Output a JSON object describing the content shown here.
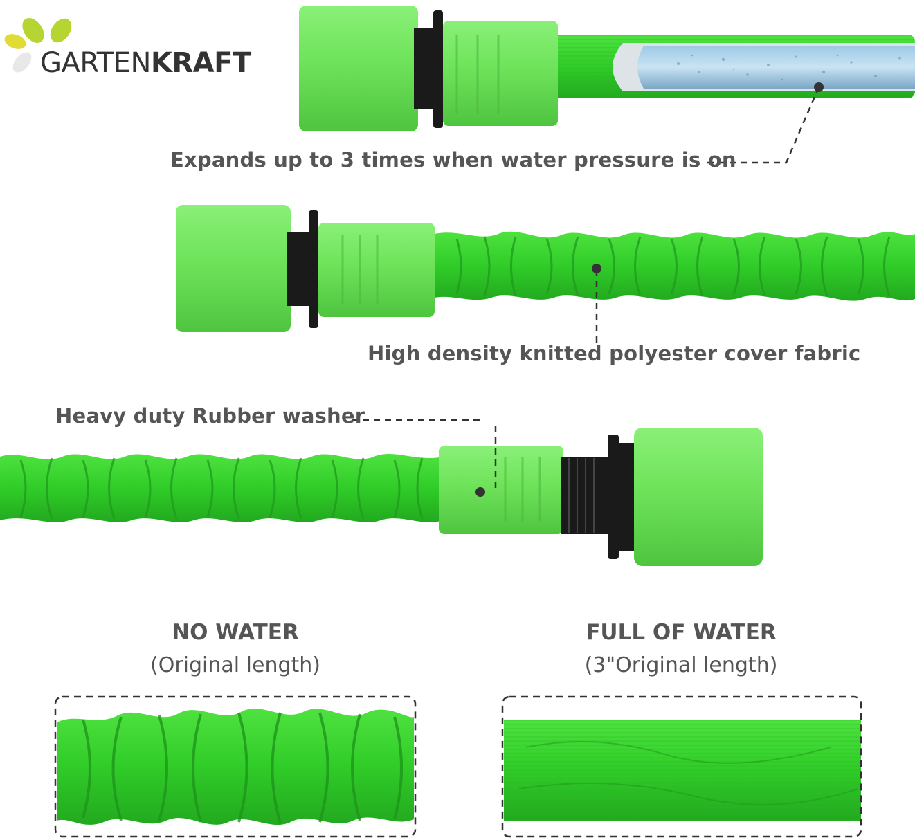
{
  "brand": {
    "name_light": "GARTEN",
    "name_bold": "KRAFT",
    "leaf_colors": [
      "#b6d432",
      "#e0dc35",
      "#e8e8e8"
    ]
  },
  "callouts": {
    "expands": "Expands up to 3 times when water pressure is on",
    "fabric": "High density knitted polyester cover fabric",
    "washer": "Heavy duty Rubber washer"
  },
  "comparison": {
    "left_title": "NO WATER",
    "left_sub": "(Original length)",
    "right_title": "FULL OF WATER",
    "right_sub": "(3\"Original length)"
  },
  "colors": {
    "connector": "#6ee35a",
    "fabric": "#35d12e",
    "rubber": "#1a1a1a",
    "text": "#555555"
  }
}
